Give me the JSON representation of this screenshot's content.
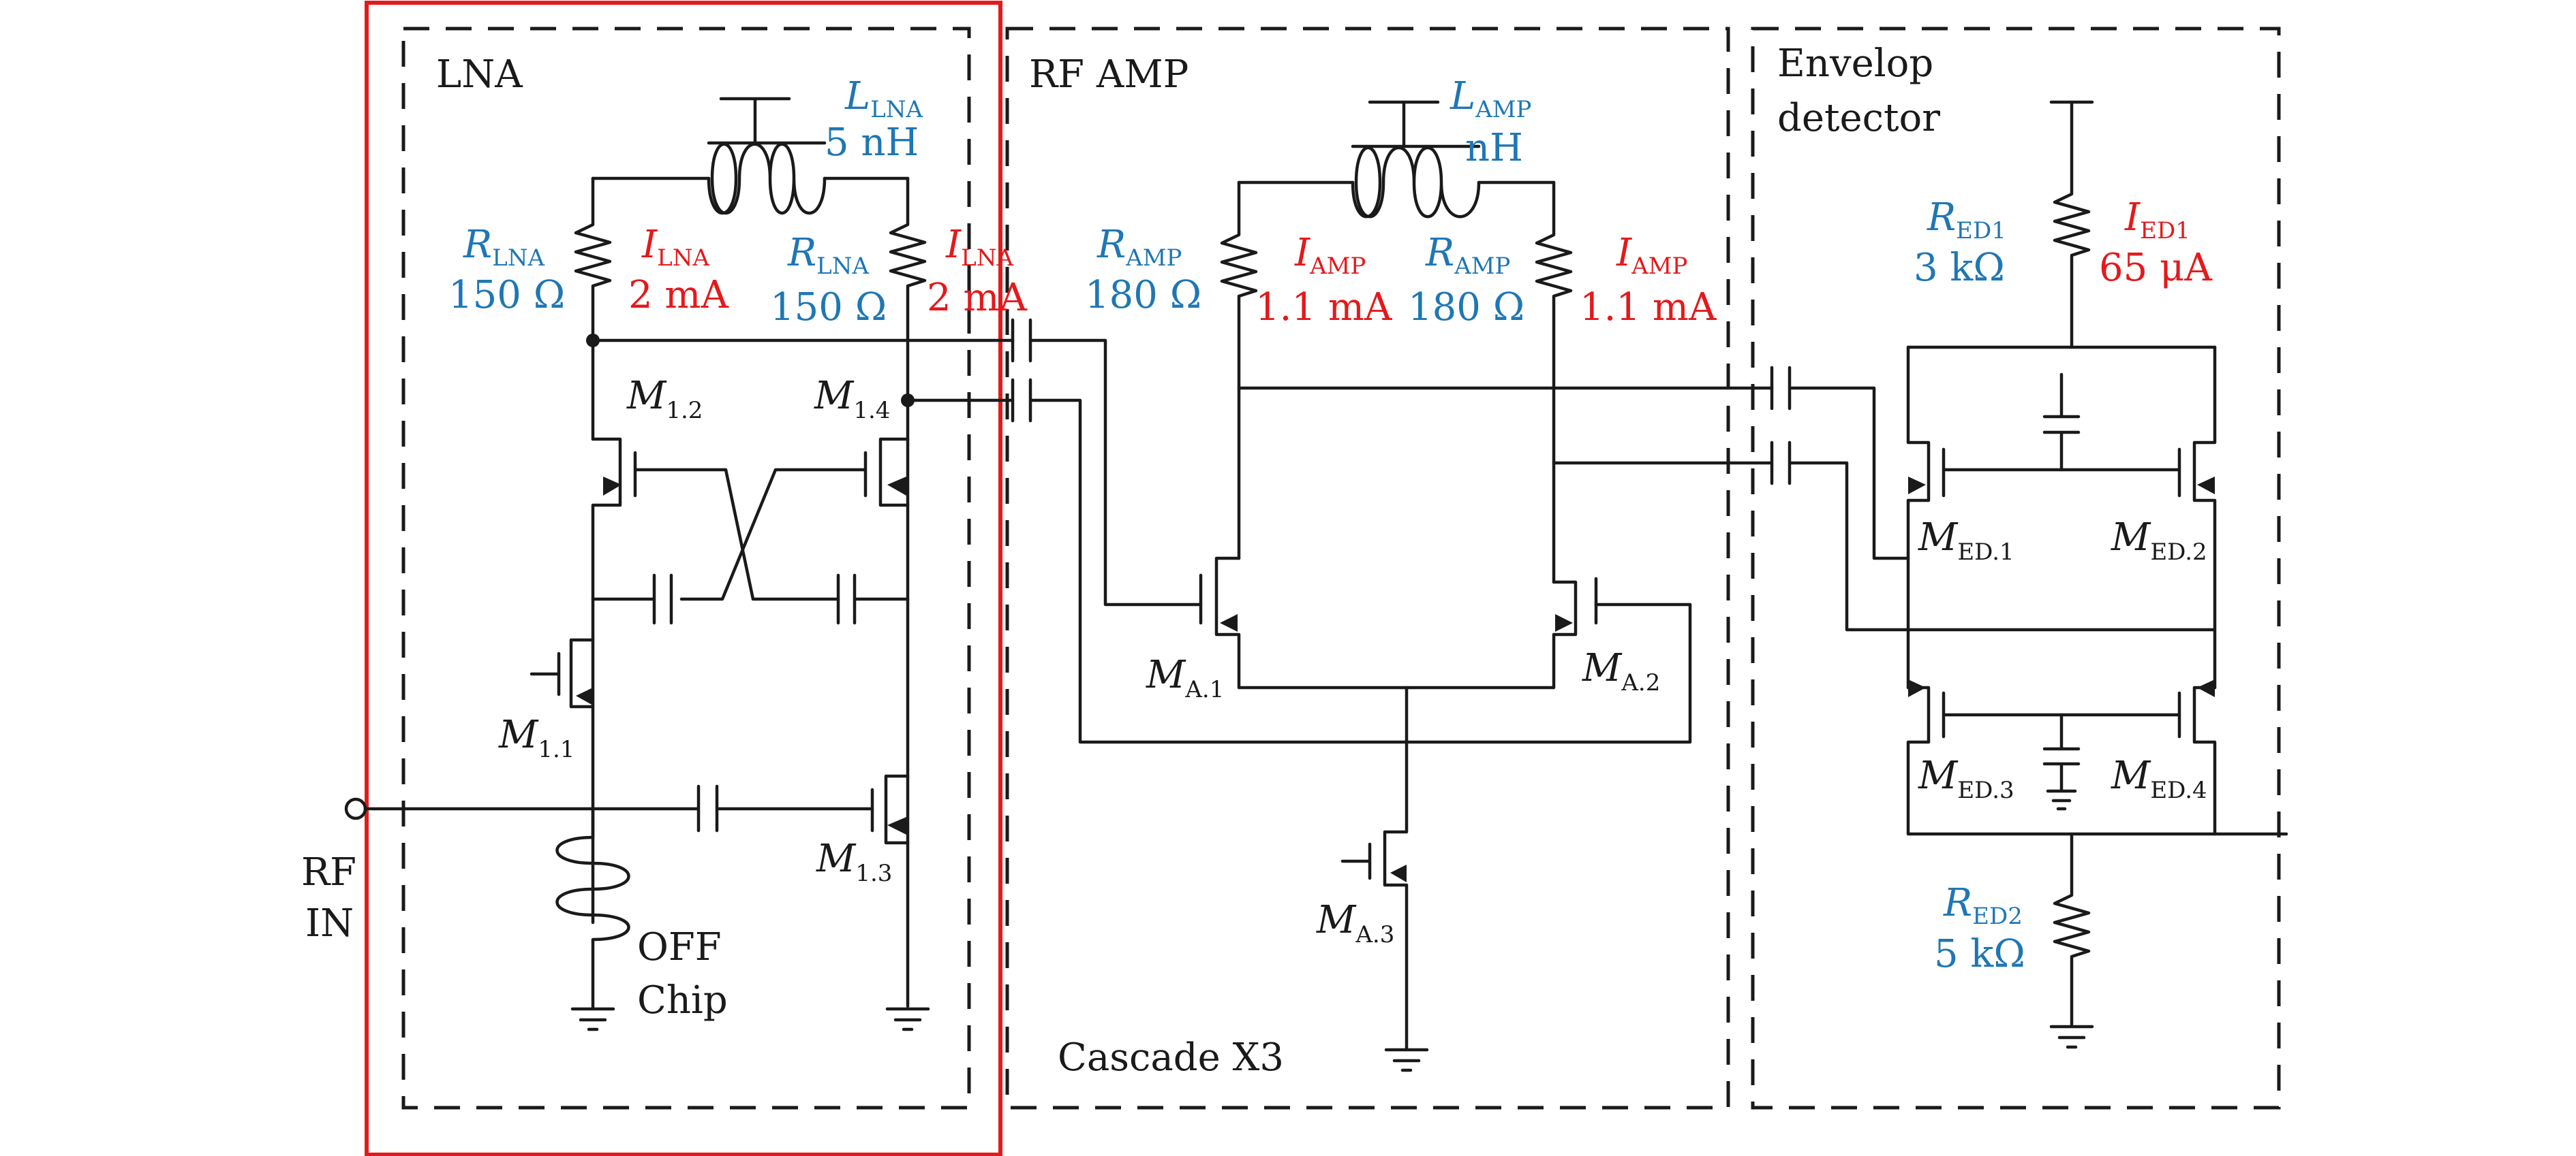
{
  "colors": {
    "wire": "#1a1a1a",
    "resistor_label": "#1f77b4",
    "current_label": "#e31a1c",
    "highlight": "#e31a1c"
  },
  "blocks": {
    "lna": "LNA",
    "rf_amp": "RF AMP",
    "envelope_1": "Envelop",
    "envelope_2": "detector",
    "cascade": "Cascade X3"
  },
  "labels": {
    "rf_in_1": "RF",
    "rf_in_2": "IN",
    "off_1": "OFF",
    "off_2": "Chip"
  },
  "components": {
    "l_lna": {
      "sym": "L",
      "sub": "LNA",
      "val": "5 nH"
    },
    "l_amp": {
      "sym": "L",
      "sub": "AMP",
      "val": "nH"
    },
    "r_lna1": {
      "sym": "R",
      "sub": "LNA",
      "val": "150 Ω"
    },
    "r_lna2": {
      "sym": "R",
      "sub": "LNA",
      "val": "150 Ω"
    },
    "i_lna1": {
      "sym": "I",
      "sub": "LNA",
      "val": "2 mA"
    },
    "i_lna2": {
      "sym": "I",
      "sub": "LNA",
      "val": "2 mA"
    },
    "r_amp1": {
      "sym": "R",
      "sub": "AMP",
      "val": "180 Ω"
    },
    "r_amp2": {
      "sym": "R",
      "sub": "AMP",
      "val": "180 Ω"
    },
    "i_amp1": {
      "sym": "I",
      "sub": "AMP",
      "val": "1.1 mA"
    },
    "i_amp2": {
      "sym": "I",
      "sub": "AMP",
      "val": "1.1 mA"
    },
    "r_ed1": {
      "sym": "R",
      "sub": "ED1",
      "val": "3 kΩ"
    },
    "i_ed1": {
      "sym": "I",
      "sub": "ED1",
      "val": "65 μA"
    },
    "r_ed2": {
      "sym": "R",
      "sub": "ED2",
      "val": "5 kΩ"
    }
  },
  "transistors": {
    "m11": {
      "sym": "M",
      "sub": "1.1"
    },
    "m12": {
      "sym": "M",
      "sub": "1.2"
    },
    "m13": {
      "sym": "M",
      "sub": "1.3"
    },
    "m14": {
      "sym": "M",
      "sub": "1.4"
    },
    "ma1": {
      "sym": "M",
      "sub": "A.1"
    },
    "ma2": {
      "sym": "M",
      "sub": "A.2"
    },
    "ma3": {
      "sym": "M",
      "sub": "A.3"
    },
    "med1": {
      "sym": "M",
      "sub": "ED.1"
    },
    "med2": {
      "sym": "M",
      "sub": "ED.2"
    },
    "med3": {
      "sym": "M",
      "sub": "ED.3"
    },
    "med4": {
      "sym": "M",
      "sub": "ED.4"
    }
  }
}
